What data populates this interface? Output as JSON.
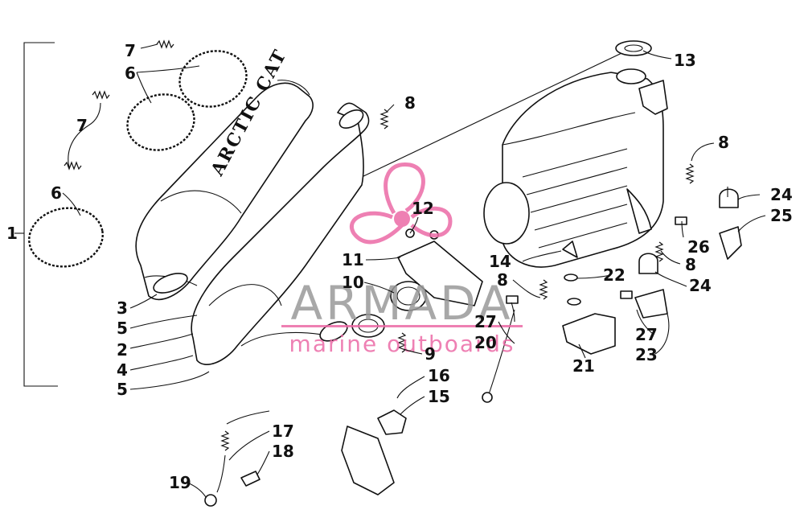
{
  "brand_text": "ARCTIC CAT",
  "watermark": {
    "title": "ARMADA",
    "subtitle": "marine outboards",
    "accent_color": "#ec6aa6",
    "text_color": "#9a9a9a"
  },
  "callouts": [
    "1",
    "2",
    "3",
    "4",
    "5",
    "5",
    "6",
    "6",
    "7",
    "7",
    "8",
    "8",
    "8",
    "8",
    "9",
    "10",
    "11",
    "12",
    "13",
    "14",
    "15",
    "16",
    "17",
    "18",
    "19",
    "20",
    "21",
    "22",
    "23",
    "24",
    "24",
    "25",
    "26",
    "27",
    "27"
  ]
}
